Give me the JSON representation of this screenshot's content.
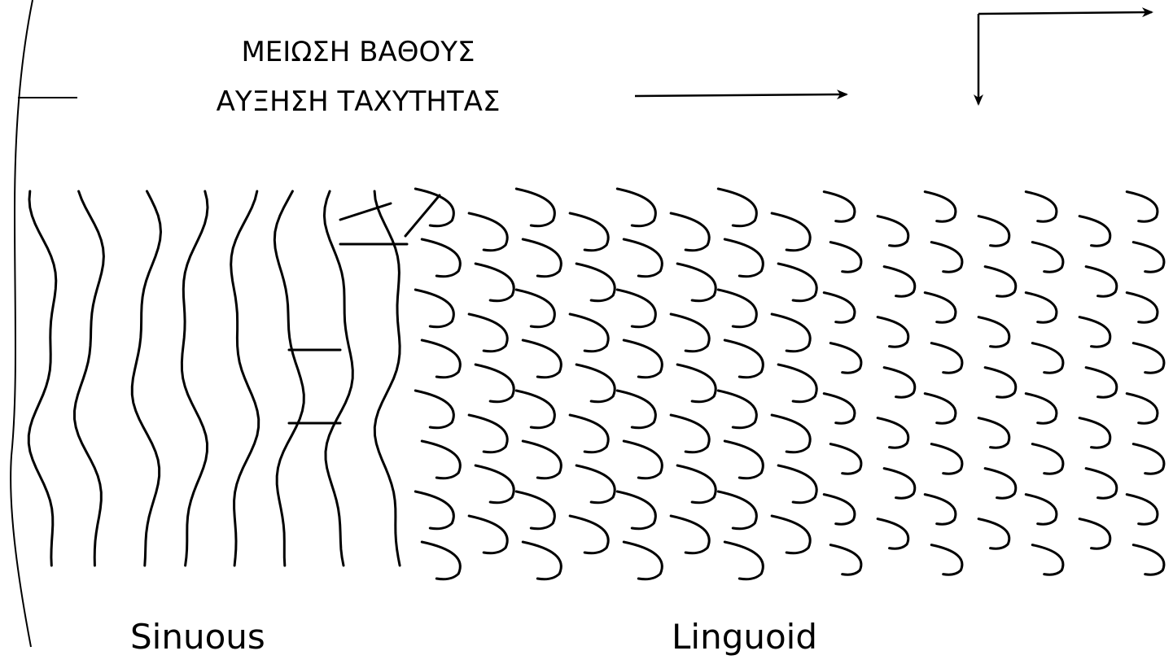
{
  "heading": {
    "line1": "ΜΕΙΩΣΗ ΒΑΘΟΥΣ",
    "line2": "ΑΥΞΗΣΗ ΤΑΧΥΤΗΤΑΣ"
  },
  "labels": {
    "sinuous": "Sinuous",
    "linguoid": "Linguoid"
  },
  "colors": {
    "ink": "#000000",
    "background": "#ffffff"
  }
}
